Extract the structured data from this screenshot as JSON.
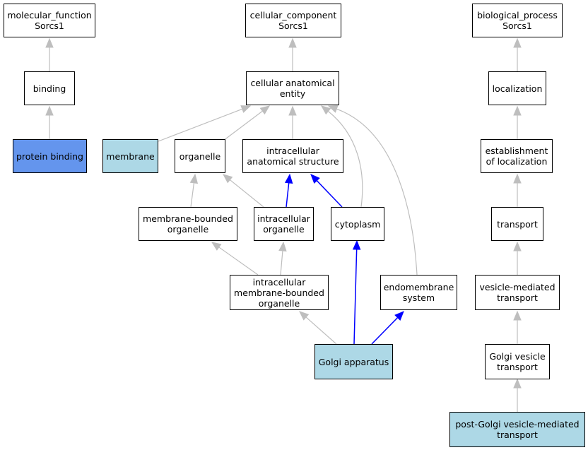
{
  "colors": {
    "default_fill": "#ffffff",
    "light_fill": "#add8e6",
    "dark_fill": "#6495ed",
    "gray_edge": "#bebebe",
    "blue_edge": "#0000ff"
  },
  "nodes": {
    "mf_root": {
      "label": "molecular_function\nSorcs1",
      "fill": "#ffffff"
    },
    "binding": {
      "label": "binding",
      "fill": "#ffffff"
    },
    "protein_binding": {
      "label": "protein binding",
      "fill": "#6495ed"
    },
    "cc_root": {
      "label": "cellular_component\nSorcs1",
      "fill": "#ffffff"
    },
    "cellular_anatomical_entity": {
      "label": "cellular anatomical\nentity",
      "fill": "#ffffff"
    },
    "membrane": {
      "label": "membrane",
      "fill": "#add8e6"
    },
    "organelle": {
      "label": "organelle",
      "fill": "#ffffff"
    },
    "intracellular_anatomical_structure": {
      "label": "intracellular\nanatomical structure",
      "fill": "#ffffff"
    },
    "membrane_bounded_organelle": {
      "label": "membrane-bounded\norganelle",
      "fill": "#ffffff"
    },
    "intracellular_organelle": {
      "label": "intracellular\norganelle",
      "fill": "#ffffff"
    },
    "cytoplasm": {
      "label": "cytoplasm",
      "fill": "#ffffff"
    },
    "intracellular_mbo": {
      "label": "intracellular\nmembrane-bounded\norganelle",
      "fill": "#ffffff"
    },
    "endomembrane_system": {
      "label": "endomembrane\nsystem",
      "fill": "#ffffff"
    },
    "golgi_apparatus": {
      "label": "Golgi apparatus",
      "fill": "#add8e6"
    },
    "bp_root": {
      "label": "biological_process\nSorcs1",
      "fill": "#ffffff"
    },
    "localization": {
      "label": "localization",
      "fill": "#ffffff"
    },
    "establishment_of_localization": {
      "label": "establishment\nof localization",
      "fill": "#ffffff"
    },
    "transport": {
      "label": "transport",
      "fill": "#ffffff"
    },
    "vesicle_mediated_transport": {
      "label": "vesicle-mediated\ntransport",
      "fill": "#ffffff"
    },
    "golgi_vesicle_transport": {
      "label": "Golgi vesicle\ntransport",
      "fill": "#ffffff"
    },
    "post_golgi_transport": {
      "label": "post-Golgi vesicle-mediated\ntransport",
      "fill": "#add8e6"
    }
  },
  "edges": [
    {
      "from": "binding",
      "to": "mf_root",
      "color": "gray"
    },
    {
      "from": "protein_binding",
      "to": "binding",
      "color": "gray"
    },
    {
      "from": "cellular_anatomical_entity",
      "to": "cc_root",
      "color": "gray"
    },
    {
      "from": "membrane",
      "to": "cellular_anatomical_entity",
      "color": "gray"
    },
    {
      "from": "organelle",
      "to": "cellular_anatomical_entity",
      "color": "gray"
    },
    {
      "from": "intracellular_anatomical_structure",
      "to": "cellular_anatomical_entity",
      "color": "gray"
    },
    {
      "from": "cytoplasm",
      "to": "cellular_anatomical_entity",
      "color": "gray"
    },
    {
      "from": "endomembrane_system",
      "to": "cellular_anatomical_entity",
      "color": "gray"
    },
    {
      "from": "membrane_bounded_organelle",
      "to": "organelle",
      "color": "gray"
    },
    {
      "from": "intracellular_organelle",
      "to": "organelle",
      "color": "gray"
    },
    {
      "from": "intracellular_organelle",
      "to": "intracellular_anatomical_structure",
      "color": "blue"
    },
    {
      "from": "cytoplasm",
      "to": "intracellular_anatomical_structure",
      "color": "blue"
    },
    {
      "from": "intracellular_mbo",
      "to": "membrane_bounded_organelle",
      "color": "gray"
    },
    {
      "from": "intracellular_mbo",
      "to": "intracellular_organelle",
      "color": "gray"
    },
    {
      "from": "golgi_apparatus",
      "to": "intracellular_mbo",
      "color": "gray"
    },
    {
      "from": "golgi_apparatus",
      "to": "cytoplasm",
      "color": "blue"
    },
    {
      "from": "golgi_apparatus",
      "to": "endomembrane_system",
      "color": "blue"
    },
    {
      "from": "localization",
      "to": "bp_root",
      "color": "gray"
    },
    {
      "from": "establishment_of_localization",
      "to": "localization",
      "color": "gray"
    },
    {
      "from": "transport",
      "to": "establishment_of_localization",
      "color": "gray"
    },
    {
      "from": "vesicle_mediated_transport",
      "to": "transport",
      "color": "gray"
    },
    {
      "from": "golgi_vesicle_transport",
      "to": "vesicle_mediated_transport",
      "color": "gray"
    },
    {
      "from": "post_golgi_transport",
      "to": "golgi_vesicle_transport",
      "color": "gray"
    }
  ]
}
